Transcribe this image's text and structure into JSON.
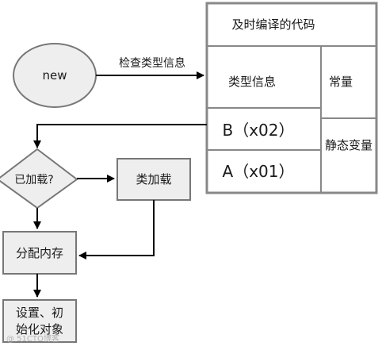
{
  "nodes": {
    "new": "new",
    "check_label": "检查类型信息",
    "compiled_code": "及时编译的代码",
    "type_info": "类型信息",
    "constant": "常量",
    "static_var": "静态变量",
    "class_b": "B（x02）",
    "class_a": "A（x01）",
    "loaded_q": "已加载?",
    "class_load": "类加载",
    "alloc_mem": "分配内存",
    "init_line1": "设置、初",
    "init_line2": "始化对象"
  },
  "watermark": "@ 51CTO博客",
  "colors": {
    "stroke": "#333333",
    "ellipse_fill": "#eeeeee",
    "ellipse_stroke": "#777777",
    "box_fill": "#eeeeee",
    "panel_fill": "#ffffff",
    "panel_stroke": "#888888",
    "arrow": "#000000"
  }
}
